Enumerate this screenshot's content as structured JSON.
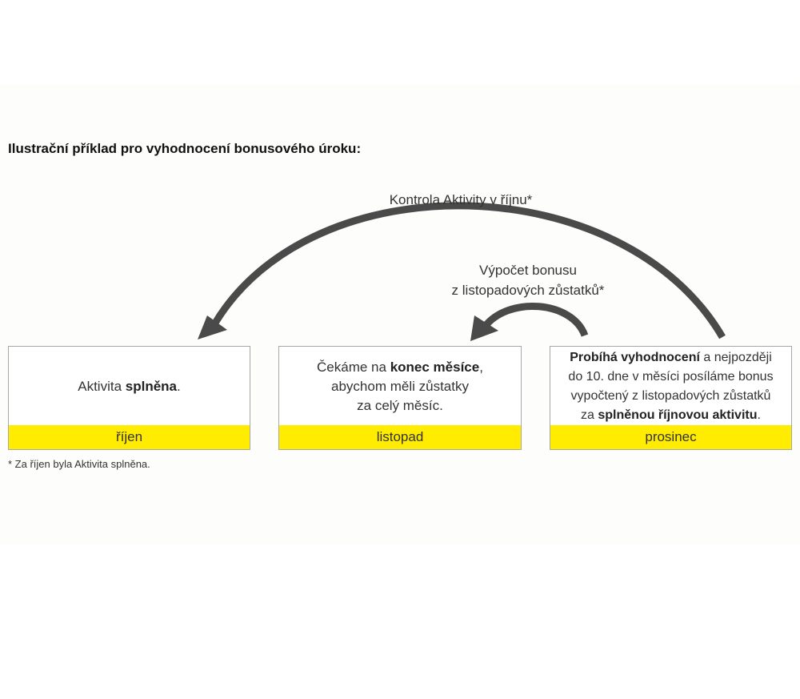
{
  "title": "Ilustrační příklad pro vyhodnocení bonusového úroku:",
  "arcs": {
    "outer_label": "Kontrola Aktivity v říjnu*",
    "inner_label_line1": "Výpočet bonusu",
    "inner_label_line2": "z listopadových zůstatků*",
    "color": "#4a4a4a"
  },
  "colors": {
    "month_bar": "#ffec00",
    "box_border": "#a8a8a8"
  },
  "boxes": [
    {
      "month": "říjen",
      "text1_before": "Aktivita ",
      "text1_bold": "splněna",
      "text1_after": "."
    },
    {
      "month": "listopad",
      "line1_before": "Čekáme na ",
      "line1_bold": "konec měsíce",
      "line1_after": ",",
      "line2": "abychom měli zůstatky",
      "line3": "za celý měsíc."
    },
    {
      "month": "prosinec",
      "line1_bold": "Probíhá vyhodnocení",
      "line1_after": " a nejpozději",
      "line2": "do 10. dne v měsíci posíláme bonus",
      "line3": "vypočtený z listopadových zůstatků",
      "line4_before": "za ",
      "line4_bold": "splněnou říjnovou aktivitu",
      "line4_after": "."
    }
  ],
  "footnote": "* Za říjen byla Aktivita splněna."
}
